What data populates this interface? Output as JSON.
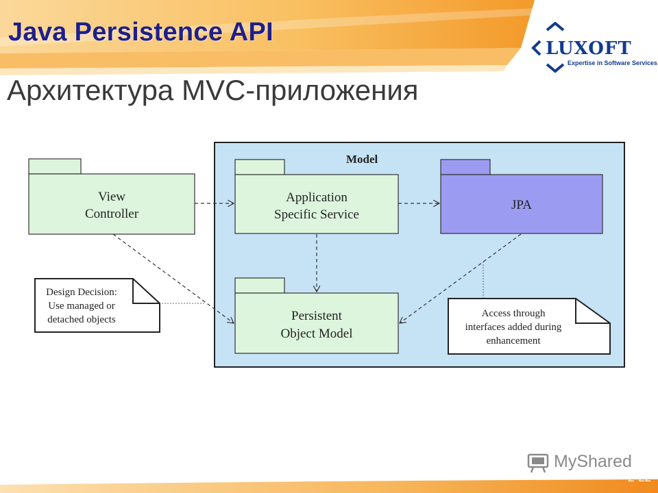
{
  "header": {
    "title": "Java Persistence API",
    "subtitle": "Архитектура MVC-приложения"
  },
  "logo": {
    "name": "LUXOFT",
    "tagline": "Expertise in Software Services"
  },
  "diagram": {
    "model_label": "Model",
    "view_controller": [
      "View",
      "Controller"
    ],
    "app_service": [
      "Application",
      "Specific Service"
    ],
    "jpa": "JPA",
    "persistent_model": [
      "Persistent",
      "Object Model"
    ],
    "note_design": [
      "Design Decision:",
      "Use managed or",
      "detached objects"
    ],
    "note_access": [
      "Access through",
      "interfaces added during",
      "enhancement"
    ]
  },
  "watermark": "MyShared",
  "footer": {
    "slide_number": "2-22"
  },
  "colors": {
    "title": "#1f1f8a",
    "model_bg": "#c6e2f5",
    "package_green": "#ddf5dd",
    "package_jpa": "#9b9bf2",
    "banner_orange": "#f5a23c"
  }
}
